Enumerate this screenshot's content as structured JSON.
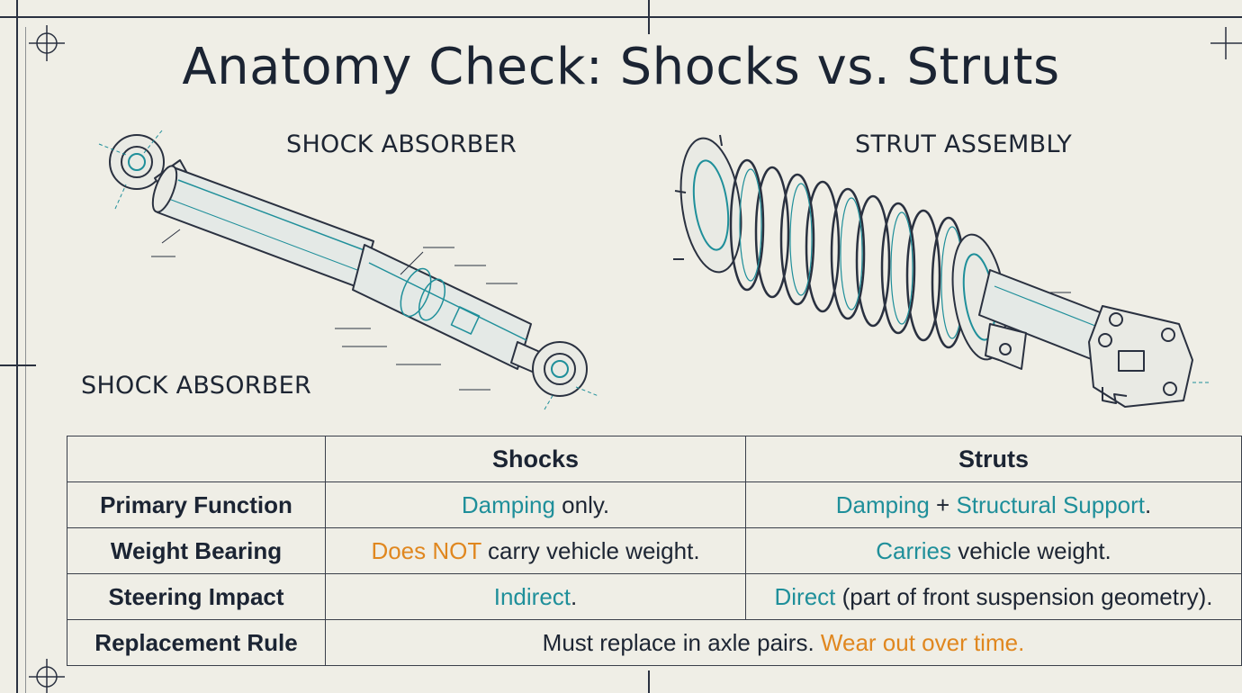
{
  "title": "Anatomy Check: Shocks vs. Struts",
  "labels": {
    "shock_top": "SHOCK ABSORBER",
    "shock_bottom": "SHOCK ABSORBER",
    "strut_top": "STRUT ASSEMBLY"
  },
  "colors": {
    "background": "#efeee6",
    "ink": "#1b2433",
    "teal": "#1f8f9a",
    "orange": "#e0871f"
  },
  "table": {
    "headers": [
      "",
      "Shocks",
      "Struts"
    ],
    "rows": [
      {
        "label": "Primary Function",
        "shocks": {
          "a": "Damping",
          "b": " only."
        },
        "struts": {
          "a": "Damping",
          "b": " + ",
          "c": "Structural Support",
          "d": "."
        }
      },
      {
        "label": "Weight Bearing",
        "shocks": {
          "a": "Does NOT",
          "b": " carry vehicle weight."
        },
        "struts": {
          "a": "Carries",
          "b": " vehicle weight."
        }
      },
      {
        "label": "Steering Impact",
        "shocks": {
          "a": "Indirect",
          "b": "."
        },
        "struts": {
          "a": "Direct",
          "b": " (part of front suspension geometry)."
        }
      },
      {
        "label": "Replacement Rule",
        "merged": {
          "a": "Must replace in axle pairs. ",
          "b": "Wear out over time."
        }
      }
    ]
  }
}
